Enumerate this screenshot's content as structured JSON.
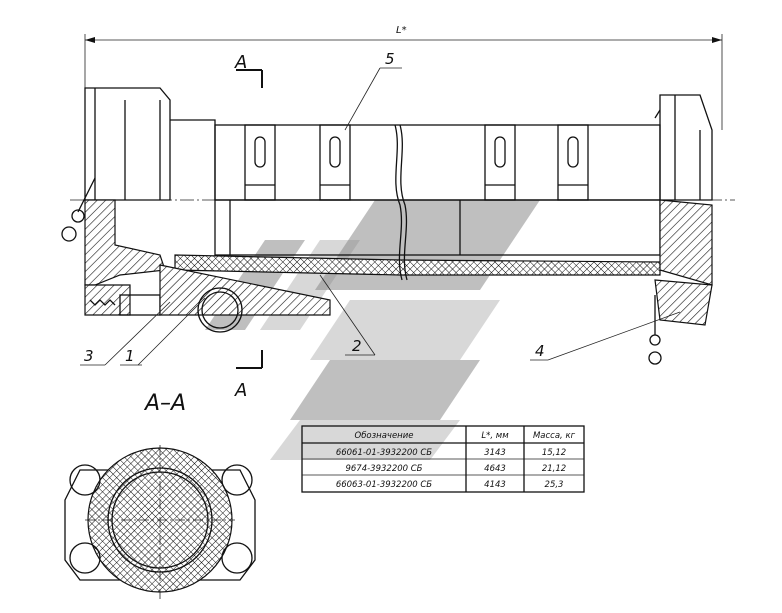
{
  "dimension_label": "L*",
  "section_marks": {
    "top": "A",
    "bottom": "A",
    "view_title": "A–A"
  },
  "callouts": [
    {
      "id": "1",
      "label": "1"
    },
    {
      "id": "2",
      "label": "2"
    },
    {
      "id": "3",
      "label": "3"
    },
    {
      "id": "4",
      "label": "4"
    },
    {
      "id": "5",
      "label": "5"
    }
  ],
  "table": {
    "headers": [
      "Обозначение",
      "L*, мм",
      "Масса, кг"
    ],
    "rows": [
      [
        "66061-01-3932200 СБ",
        "3143",
        "15,12"
      ],
      [
        "9674-3932200 СБ",
        "4643",
        "21,12"
      ],
      [
        "66063-01-3932200 СБ",
        "4143",
        "25,3"
      ]
    ]
  }
}
